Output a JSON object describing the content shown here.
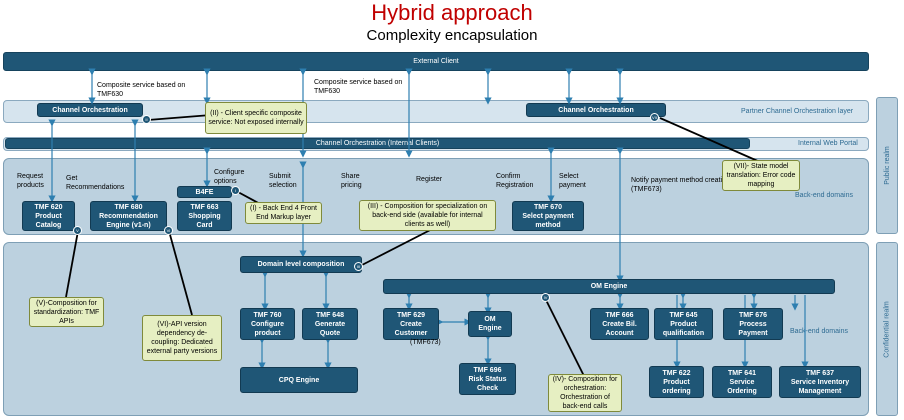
{
  "title": "Hybrid approach",
  "subtitle": "Complexity encapsulation",
  "external_client": "External Client",
  "composite_left": "Composite service based on TMF630",
  "composite_right": "Composite service based on TMF630",
  "channel_orch_left": "Channel Orchestration",
  "channel_orch_right": "Channel Orchestration",
  "partner_layer": "Partner Channel Orchestration layer",
  "internal_orch": "Channel Orchestration (Internal Clients)",
  "internal_portal": "Internal Web Portal",
  "public_realm": "Public realm",
  "confidential_realm": "Confidential realm",
  "backend_domains_top": "Back-end domains",
  "backend_domains_bottom": "Back-end domains",
  "labels": {
    "request_products": "Request products",
    "get_recommendations": "Get Recommendations",
    "configure_options": "Configure options",
    "submit_selection": "Submit selection",
    "share_pricing": "Share pricing",
    "register": "Register",
    "confirm_registration": "Confirm Registration",
    "select_payment": "Select payment",
    "notify_payment": "Notify payment method creation (TMF673)",
    "tmf673": "(TMF673)"
  },
  "boxes": {
    "tmf620": [
      "TMF 620",
      "Product",
      "Catalog"
    ],
    "tmf680": [
      "TMF 680",
      "Recommendation",
      "Engine (v1-n)"
    ],
    "b4fe": [
      "B4FE"
    ],
    "tmf663": [
      "TMF 663",
      "Shopping",
      "Card"
    ],
    "tmf670": [
      "TMF 670",
      "Select payment",
      "method"
    ],
    "domain_level": [
      "Domain level composition"
    ],
    "om_engine_bar": [
      "OM Engine"
    ],
    "tmf760": [
      "TMF 760",
      "Configure",
      "product"
    ],
    "tmf648": [
      "TMF 648",
      "Generate",
      "Quote"
    ],
    "cpq": [
      "CPQ Engine"
    ],
    "tmf629": [
      "TMF 629",
      "Create",
      "Customer"
    ],
    "om_engine": [
      "OM",
      "Engine"
    ],
    "tmf696": [
      "TMF 696",
      "Risk Status",
      "Check"
    ],
    "tmf666": [
      "TMF 666",
      "Create Bil.",
      "Account"
    ],
    "tmf645": [
      "TMF 645",
      "Product",
      "qualification"
    ],
    "tmf676": [
      "TMF 676",
      "Process",
      "Payment"
    ],
    "tmf622": [
      "TMF 622",
      "Product",
      "ordering"
    ],
    "tmf641": [
      "TMF 641",
      "Service",
      "Ordering"
    ],
    "tmf637": [
      "TMF 637",
      "Service Inventory",
      "Management"
    ]
  },
  "notes": {
    "ii": "(II) - Client specific composite service: Not exposed internally",
    "i": "(I) - Back End 4 Front End Markup layer",
    "iii": "(III) - Composition for specialization on back-end side (available for internal clients as well)",
    "vii": "(VII)- State model translation: Error code mapping",
    "v": "(V)-Composition for standardization: TMF APIs",
    "vi": "(VI)-API version dependency de-coupling: Dedicated external party versions",
    "iv": "(IV)- Composition for orchestration: Orchestration of back-end calls"
  },
  "badges": {
    "b1": "II",
    "b2": "VII",
    "b3": "I",
    "b4": "V",
    "b5": "VI",
    "b6": "III",
    "b7": "IV"
  },
  "colors": {
    "title": "#c00000",
    "box": "#1f5676",
    "layer": "#bcd1df",
    "note": "#e6efc2",
    "arrow": "#2e7fb0"
  }
}
